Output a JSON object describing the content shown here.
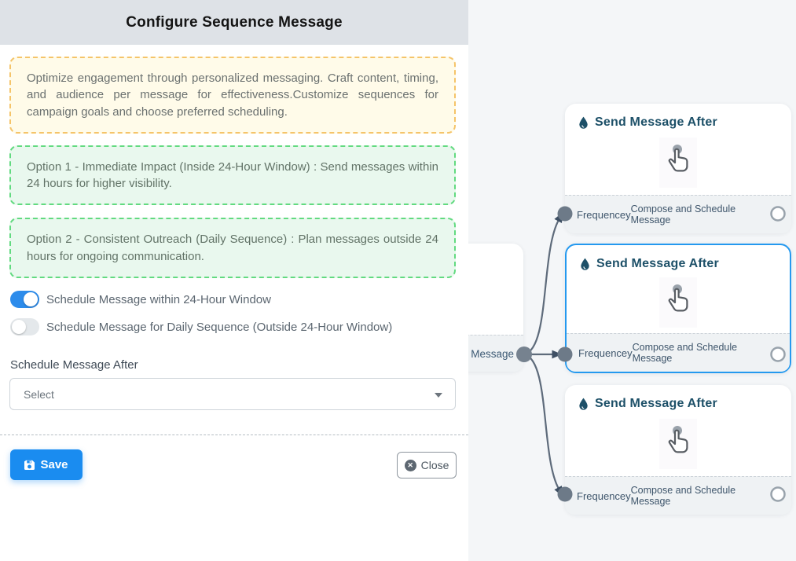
{
  "panel": {
    "title": "Configure Sequence Message",
    "info_box": {
      "text": "Optimize engagement through personalized messaging. Craft content, timing, and audience per message for effectiveness.Customize sequences for campaign goals and choose preferred scheduling."
    },
    "option_boxes": [
      {
        "text": "Option 1 - Immediate Impact (Inside 24-Hour Window) : Send messages within 24 hours for higher visibility."
      },
      {
        "text": "Option 2 - Consistent Outreach (Daily Sequence) : Plan messages outside 24 hours for ongoing communication."
      }
    ],
    "toggles": [
      {
        "label": "Schedule Message within 24-Hour Window",
        "state": "on"
      },
      {
        "label": "Schedule Message for Daily Sequence (Outside 24-Hour Window)",
        "state": "off"
      }
    ],
    "schedule_after": {
      "label": "Schedule Message After",
      "value": "Select"
    },
    "buttons": {
      "save": "Save",
      "close": "Close"
    }
  },
  "flow": {
    "source_node": {
      "label": "ce Message"
    },
    "nodes": [
      {
        "title": "Send Message After",
        "footer_left": "Frequencey",
        "footer_right": "Compose and Schedule Message",
        "selected": false
      },
      {
        "title": "Send Message After",
        "footer_left": "Frequencey",
        "footer_right": "Compose and Schedule Message",
        "selected": true
      },
      {
        "title": "Send Message After",
        "footer_left": "Frequencey",
        "footer_right": "Compose and Schedule Message",
        "selected": false
      }
    ],
    "icons": {
      "node_header": "water-drop-icon",
      "node_body": "tap-hand-icon",
      "save": "save-floppy-icon",
      "close": "close-circle-icon",
      "select": "caret-down-icon"
    }
  },
  "colors": {
    "accent_blue": "#1a8cf0",
    "toggle_on": "#2d8ceb",
    "selected_node_border": "#2499ef",
    "node_title": "#1d5068",
    "edge": "#5e6b7b",
    "arrowhead": "#3e4f63",
    "info_border": "#f5c469",
    "info_bg": "#fffbe9",
    "option_border": "#62da80",
    "option_bg": "#e9f8ee",
    "header_bg": "#dee2e7",
    "canvas_bg": "#f4f6f8"
  }
}
